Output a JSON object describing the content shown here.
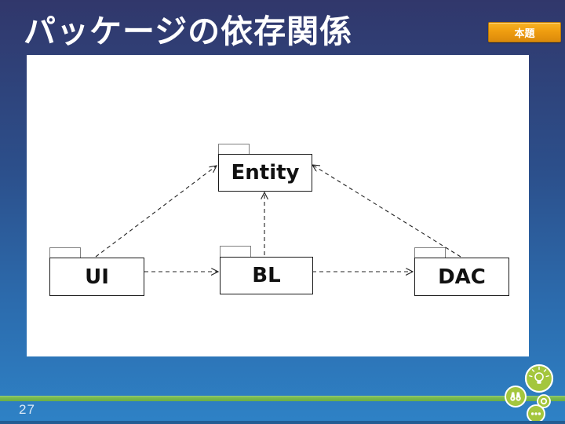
{
  "slide": {
    "title": "パッケージの依存関係",
    "page_number": "27"
  },
  "nav_button": {
    "label": "本題"
  },
  "diagram": {
    "type": "uml-package-diagram",
    "packages": [
      {
        "id": "entity",
        "label": "Entity"
      },
      {
        "id": "ui",
        "label": "UI"
      },
      {
        "id": "bl",
        "label": "BL"
      },
      {
        "id": "dac",
        "label": "DAC"
      }
    ],
    "dependencies": [
      {
        "from": "UI",
        "to": "Entity",
        "style": "dashed-open-arrow"
      },
      {
        "from": "BL",
        "to": "Entity",
        "style": "dashed-open-arrow"
      },
      {
        "from": "DAC",
        "to": "Entity",
        "style": "dashed-open-arrow"
      },
      {
        "from": "UI",
        "to": "BL",
        "style": "dashed-open-arrow"
      },
      {
        "from": "BL",
        "to": "DAC",
        "style": "dashed-open-arrow"
      }
    ]
  },
  "footer": {
    "icons": [
      "lightbulb-icon",
      "binoculars-icon",
      "ring-icon",
      "ellipsis-dots-icon"
    ]
  },
  "colors": {
    "background_top": "#31376b",
    "background_bottom": "#2e82c6",
    "title_text": "#ffffff",
    "accent_green": "#79ba50",
    "icon_green": "#a4c63d",
    "button_orange": "#ef9d10",
    "line_color": "#222222"
  }
}
